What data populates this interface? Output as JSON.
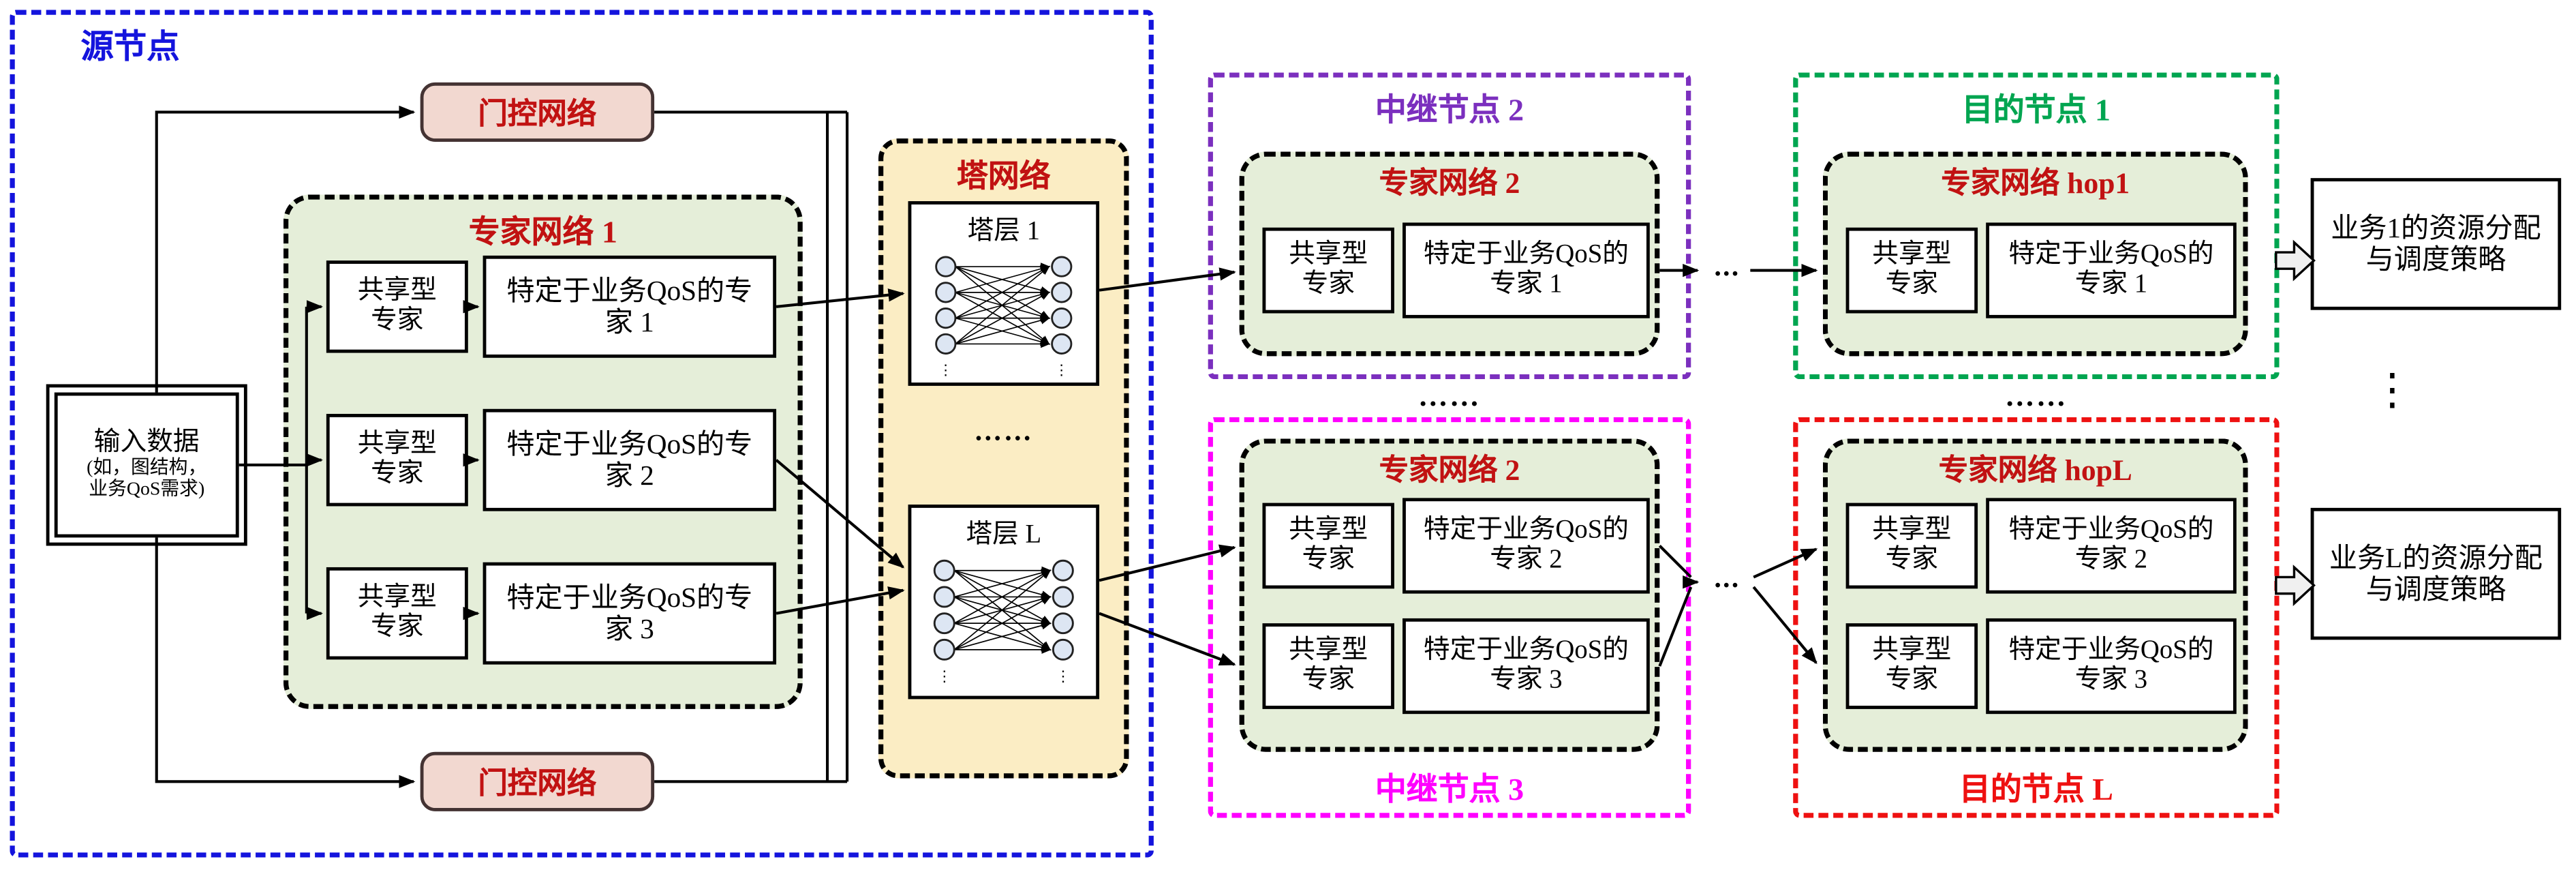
{
  "colors": {
    "source_border": "#1414dd",
    "relay2_border": "#7b2fbe",
    "relay3_border": "#ff00ff",
    "dest1_border": "#00a550",
    "destL_border": "#ee1111",
    "expert_fill": "#e5eed9",
    "tower_fill": "#fbedc4",
    "gate_fill": "#f2d8d0",
    "title_red": "#c11212"
  },
  "source": {
    "title": "源节点",
    "gate_top": "门控网络",
    "gate_bottom": "门控网络",
    "input": {
      "line1": "输入数据",
      "line2": "(如，图结构，",
      "line3": "业务QoS需求)"
    },
    "expert1": {
      "title": "专家网络 1",
      "rows": [
        {
          "shared": "共享型专家",
          "specific": "特定于业务QoS的专家 1"
        },
        {
          "shared": "共享型专家",
          "specific": "特定于业务QoS的专家 2"
        },
        {
          "shared": "共享型专家",
          "specific": "特定于业务QoS的专家 3"
        }
      ]
    },
    "tower": {
      "title": "塔网络",
      "layer1": "塔层 1",
      "gap_dots": "……",
      "layerL": "塔层 L"
    }
  },
  "relay2": {
    "title": "中继节点 2",
    "expert": {
      "title": "专家网络 2",
      "rows": [
        {
          "shared": "共享型专家",
          "specific": "特定于业务QoS的专家 1"
        }
      ]
    }
  },
  "relay3": {
    "title": "中继节点 3",
    "expert": {
      "title": "专家网络 2",
      "rows": [
        {
          "shared": "共享型专家",
          "specific": "特定于业务QoS的专家 2"
        },
        {
          "shared": "共享型专家",
          "specific": "特定于业务QoS的专家 3"
        }
      ]
    }
  },
  "dest1": {
    "title": "目的节点 1",
    "expert": {
      "title": "专家网络 hop1",
      "rows": [
        {
          "shared": "共享型专家",
          "specific": "特定于业务QoS的专家 1"
        }
      ]
    }
  },
  "destL": {
    "title": "目的节点 L",
    "expert": {
      "title": "专家网络 hopL",
      "rows": [
        {
          "shared": "共享型专家",
          "specific": "特定于业务QoS的专家 2"
        },
        {
          "shared": "共享型专家",
          "specific": "特定于业务QoS的专家 3"
        }
      ]
    }
  },
  "outputs": {
    "service1": "业务1的资源分配与调度策略",
    "serviceL": "业务L的资源分配与调度策略",
    "vdots": "⋮"
  },
  "gaps": {
    "relay": "……",
    "dest": "……",
    "chain_top": "...",
    "chain_bottom": "..."
  }
}
